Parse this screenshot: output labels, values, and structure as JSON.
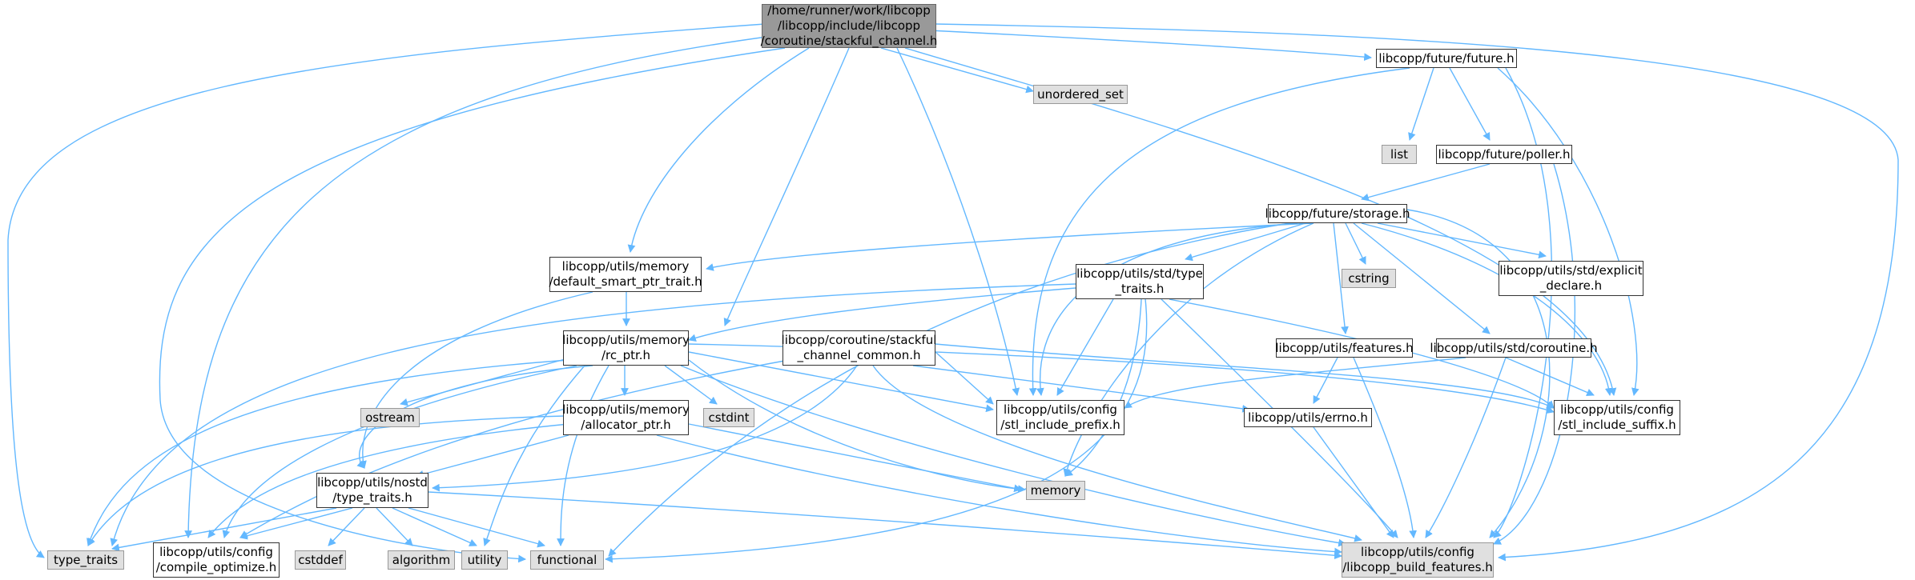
{
  "colors": {
    "edge": "#63b8ff",
    "root_fill": "#999999",
    "system_fill": "#e0e0e0",
    "node_fill": "#ffffff",
    "border": "#333333"
  },
  "nodes": {
    "root": "/home/runner/work/libcopp\n/libcopp/include/libcopp\n/coroutine/stackful_channel.h",
    "future_h": "libcopp/future/future.h",
    "poller_h": "libcopp/future/poller.h",
    "storage_h": "libcopp/future/storage.h",
    "default_smart_ptr": "libcopp/utils/memory\n/default_smart_ptr_trait.h",
    "rc_ptr": "libcopp/utils/memory\n/rc_ptr.h",
    "allocator_ptr": "libcopp/utils/memory\n/allocator_ptr.h",
    "stackful_common": "libcopp/coroutine/stackful\n_channel_common.h",
    "std_type_traits": "libcopp/utils/std/type\n_traits.h",
    "explicit_declare": "libcopp/utils/std/explicit\n_declare.h",
    "features_h": "libcopp/utils/features.h",
    "std_coroutine": "libcopp/utils/std/coroutine.h",
    "stl_prefix": "libcopp/utils/config\n/stl_include_prefix.h",
    "stl_suffix": "libcopp/utils/config\n/stl_include_suffix.h",
    "errno_h": "libcopp/utils/errno.h",
    "nostd_type_traits": "libcopp/utils/nostd\n/type_traits.h",
    "compile_optimize": "libcopp/utils/config\n/compile_optimize.h",
    "build_features": "libcopp/utils/config\n/libcopp_build_features.h",
    "unordered_set": "unordered_set",
    "list": "list",
    "cstring": "cstring",
    "ostream": "ostream",
    "cstdint": "cstdint",
    "memory": "memory",
    "type_traits": "type_traits",
    "cstddef": "cstddef",
    "algorithm": "algorithm",
    "utility": "utility",
    "functional": "functional"
  }
}
